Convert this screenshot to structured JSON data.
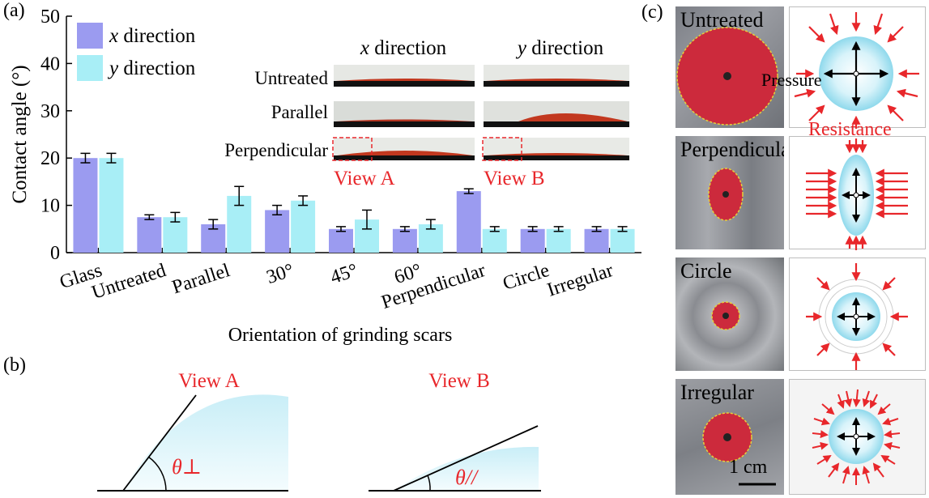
{
  "panels": {
    "a": "(a)",
    "b": "(b)",
    "c": "(c)"
  },
  "chart_data": {
    "type": "bar",
    "title": "",
    "xlabel": "Orientation of grinding scars",
    "ylabel": "Contact angle (°)",
    "ylim": [
      0,
      50
    ],
    "yticks": [
      0,
      10,
      20,
      30,
      40,
      50
    ],
    "grid": false,
    "legend_position": "top-left",
    "categories": [
      "Glass",
      "Untreated",
      "Parallel",
      "30°",
      "45°",
      "60°",
      "Perpendicular",
      "Circle",
      "Irregular"
    ],
    "series": [
      {
        "name_var": "x",
        "name_rest": "direction",
        "color": "#9b9bf0",
        "values": [
          20,
          7.5,
          6,
          9,
          5,
          5,
          13,
          5,
          5
        ],
        "errors": [
          1,
          0.5,
          1,
          1,
          0.5,
          0.5,
          0.5,
          0.5,
          0.5
        ]
      },
      {
        "name_var": "y",
        "name_rest": "direction",
        "color": "#a8eef6",
        "values": [
          20,
          7.5,
          12,
          11,
          7,
          6,
          5,
          5,
          5
        ],
        "errors": [
          1,
          1,
          2,
          1,
          2,
          1,
          0.5,
          0.5,
          0.5
        ]
      }
    ]
  },
  "inset": {
    "col_x_var": "x",
    "col_y_var": "y",
    "col_rest": "direction",
    "rows": [
      "Untreated",
      "Parallel",
      "Perpendicular"
    ],
    "view_a": "View A",
    "view_b": "View B"
  },
  "schematic": {
    "view_a": "View A",
    "view_b": "View B",
    "theta_perp": "θ⊥",
    "theta_par": "θ//"
  },
  "panel_c": {
    "rows": [
      "Untreated",
      "Perpendicular",
      "Circle",
      "Irregular"
    ],
    "pressure": "Pressure",
    "resistance": "Resistance",
    "scale_bar": "1 cm"
  },
  "colors": {
    "accent_red": "#e8272b",
    "droplet_red": "#cc2a3c",
    "bar_x": "#9b9bf0",
    "bar_y": "#a8eef6"
  }
}
